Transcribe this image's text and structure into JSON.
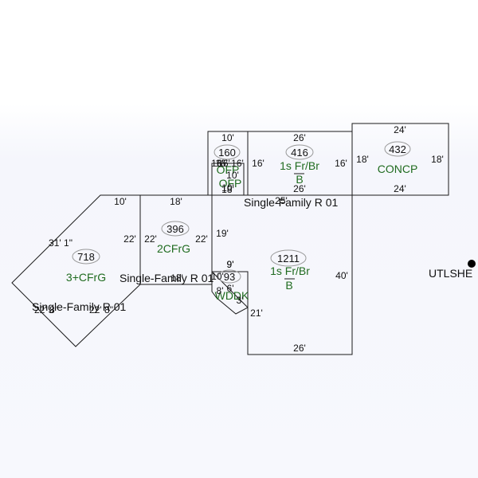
{
  "sections": {
    "dwelling_1211": {
      "area": "1211",
      "code_line1": "1s Fr/Br",
      "code_line2": "B",
      "dims": {
        "top": "25'",
        "left_upper": "19'",
        "left_step": "9'",
        "right": "40'",
        "left_lower": "21'",
        "bottom": "26'"
      }
    },
    "front_416": {
      "area": "416",
      "code_line1": "1s Fr/Br",
      "code_line2": "B",
      "dims": {
        "top": "26'",
        "bottom": "26'",
        "left": "16'",
        "right": "16'"
      }
    },
    "porch_160": {
      "area": "160",
      "code_line1": "OFP",
      "code_line2": "OFP",
      "dims": {
        "top": "10'",
        "left": "16'",
        "right": "16'",
        "bottom": "10'",
        "inner_a": "16'",
        "inner_b": "10'",
        "inner_c": "16'",
        "inner_d": "18'"
      }
    },
    "concp_432": {
      "area": "432",
      "code": "CONCP",
      "dims": {
        "top": "24'",
        "bottom": "24'",
        "left": "18'",
        "right": "18'"
      }
    },
    "garage_396": {
      "area": "396",
      "code": "2CFrG",
      "dims": {
        "top": "18'",
        "left": "22'",
        "right": "22'",
        "bottom": "18'"
      }
    },
    "garage_718": {
      "area": "718",
      "code": "3+CFrG",
      "dims": {
        "top": "10'",
        "upper_left": "31' 1\"",
        "right": "22'",
        "lower_left": "22' 8\"",
        "lower_right": "22' 8\""
      }
    },
    "wddk_93": {
      "area": "93",
      "code": "WDDK",
      "dims": {
        "a": "9'",
        "b": "8'",
        "c": "3'",
        "d": "6'",
        "e": "10'"
      }
    }
  },
  "labels": {
    "sf_1": "Single-Family R 01",
    "sf_2": "Single-Family R 01",
    "sf_3": "Single-Family R 01",
    "utility": "UTLSHE"
  }
}
